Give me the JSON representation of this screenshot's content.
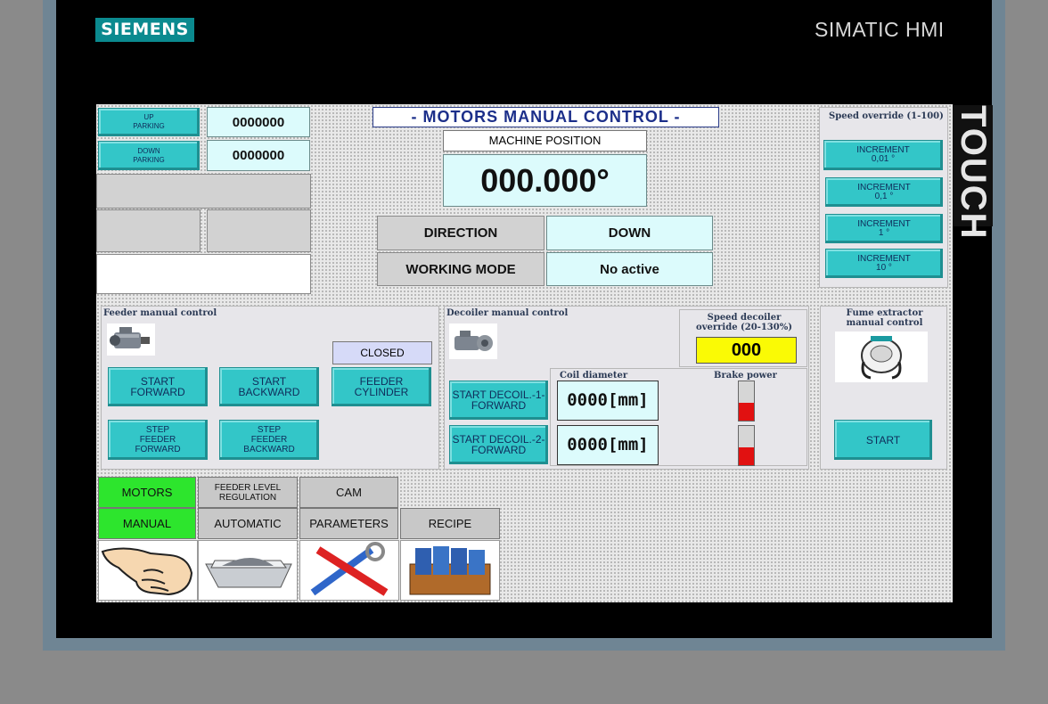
{
  "brand": {
    "logo": "SIEMENS",
    "product": "SIMATIC HMI",
    "touch": "TOUCH"
  },
  "header": {
    "title": "- MOTORS MANUAL CONTROL -",
    "machine_position_label": "MACHINE POSITION",
    "machine_position_value": "000.000°"
  },
  "parking": {
    "up_label": "UP\nPARKING",
    "up_value": "0000000",
    "down_label": "DOWN\nPARKING",
    "down_value": "0000000"
  },
  "status": {
    "direction_label": "DIRECTION",
    "direction_value": "DOWN",
    "working_mode_label": "WORKING MODE",
    "working_mode_value": "No active"
  },
  "speed_override": {
    "title": "Speed override (1-100)",
    "buttons": [
      "INCREMENT\n0,01 °",
      "INCREMENT\n0,1 °",
      "INCREMENT\n1 °",
      "INCREMENT\n10 °"
    ]
  },
  "feeder": {
    "title": "Feeder manual control",
    "cylinder_status": "CLOSED",
    "start_forward": "START\nFORWARD",
    "start_backward": "START\nBACKWARD",
    "feeder_cylinder": "FEEDER\nCYLINDER",
    "step_forward": "STEP\nFEEDER\nFORWARD",
    "step_backward": "STEP\nFEEDER\nBACKWARD"
  },
  "decoiler": {
    "title": "Decoiler manual control",
    "speed_title": "Speed decoiler\noverride (20-130%)",
    "speed_value": "000",
    "coil_diameter_label": "Coil diameter",
    "brake_power_label": "Brake power",
    "start_1": "START DECOIL.-1-\nFORWARD",
    "start_2": "START DECOIL.-2-\nFORWARD",
    "coil_1": "0000[mm]",
    "coil_2": "0000[mm]",
    "brake_1_level": 0.45,
    "brake_2_level": 0.45
  },
  "fume": {
    "title": "Fume extractor\nmanual control",
    "start": "START"
  },
  "nav": {
    "row1": [
      "MOTORS",
      "FEEDER LEVEL\nREGULATION",
      "CAM"
    ],
    "row2": [
      "MANUAL",
      "AUTOMATIC",
      "PARAMETERS",
      "RECIPE"
    ]
  },
  "colors": {
    "accent": "#33c6c8",
    "active": "#2de52d",
    "speed_bg": "#fafa05",
    "brake": "#e11111"
  }
}
